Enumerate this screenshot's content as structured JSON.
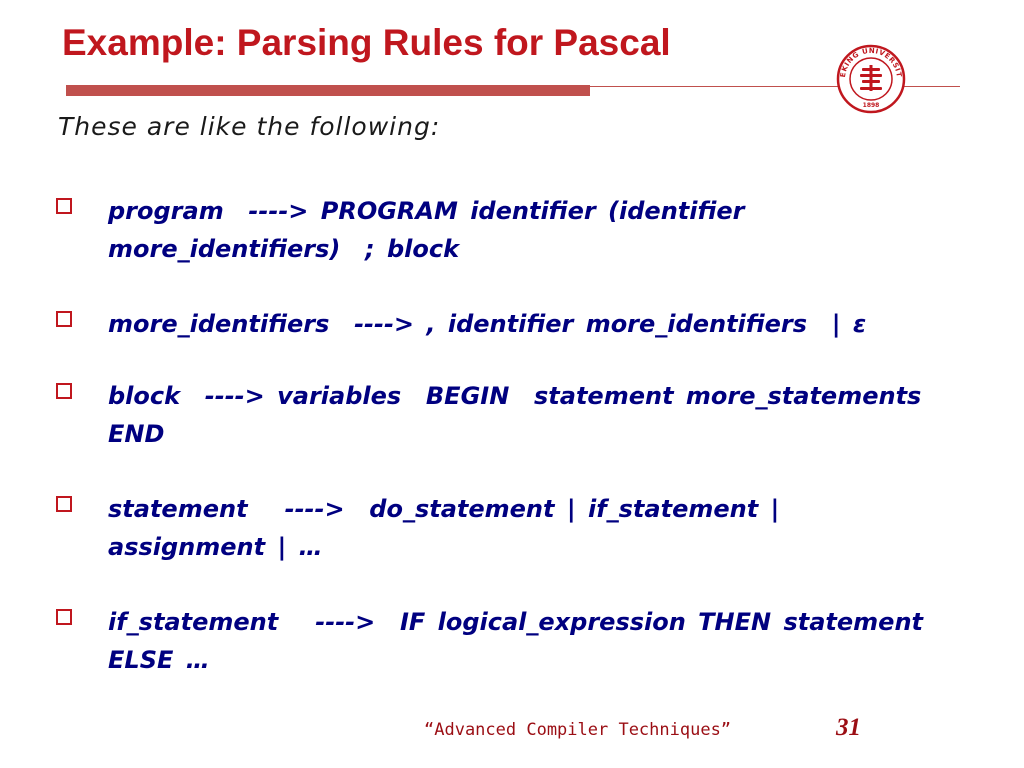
{
  "slide": {
    "title": "Example: Parsing Rules for Pascal",
    "intro": "These are like the following:",
    "bullets": [
      {
        "text": "program  ----> PROGRAM identifier (identifier more_identifiers)  ; block"
      },
      {
        "text": "more_identifiers  ----> , identifier more_identifiers  | ε"
      },
      {
        "text": "block  ----> variables  BEGIN  statement more_statements   END"
      },
      {
        "text": "statement   ---->  do_statement | if_statement | assignment | …"
      },
      {
        "text": "if_statement   ---->  IF logical_expression THEN statement  ELSE …"
      }
    ],
    "footer": "“Advanced Compiler Techniques”",
    "page_number": "31"
  },
  "logo": {
    "name": "peking-university-seal",
    "text_top": "PEKING UNIVERSITY",
    "year": "1898",
    "color": "#c0171e"
  },
  "colors": {
    "title": "#c0171e",
    "accent_bar": "#c0504d",
    "bullet_text": "#000080",
    "footer": "#9b0e14"
  }
}
